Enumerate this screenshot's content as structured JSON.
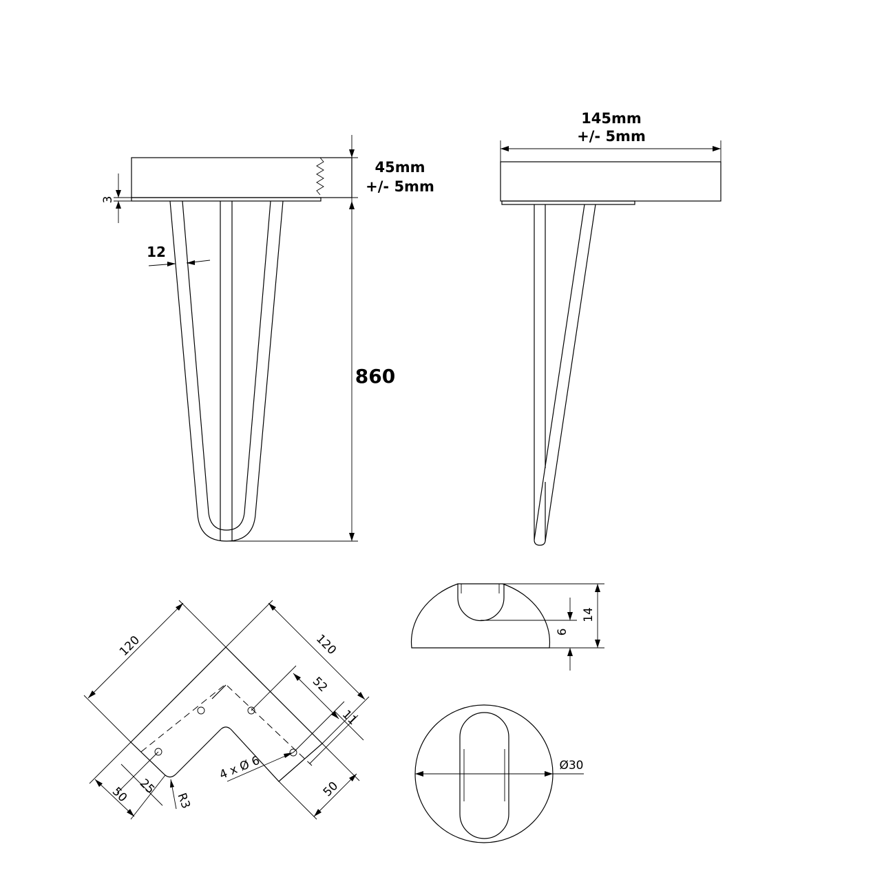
{
  "front_view": {
    "height_label_1": "45mm",
    "height_label_2": "+/- 5mm",
    "plate_thickness": "3",
    "rod_diameter": "12",
    "leg_length": "860"
  },
  "side_view": {
    "width_label_1": "145mm",
    "width_label_2": "+/- 5mm"
  },
  "plate_view": {
    "side_a": "120",
    "side_b": "120",
    "inner_offset": "52",
    "edge_offset": "11",
    "holes": "4 x Ø 6",
    "width_a": "50",
    "width_b": "50",
    "hole_spacing": "25",
    "radius": "R3"
  },
  "foot_section": {
    "height_total": "14",
    "height_inner": "6"
  },
  "foot_top": {
    "diameter": "Ø30"
  }
}
